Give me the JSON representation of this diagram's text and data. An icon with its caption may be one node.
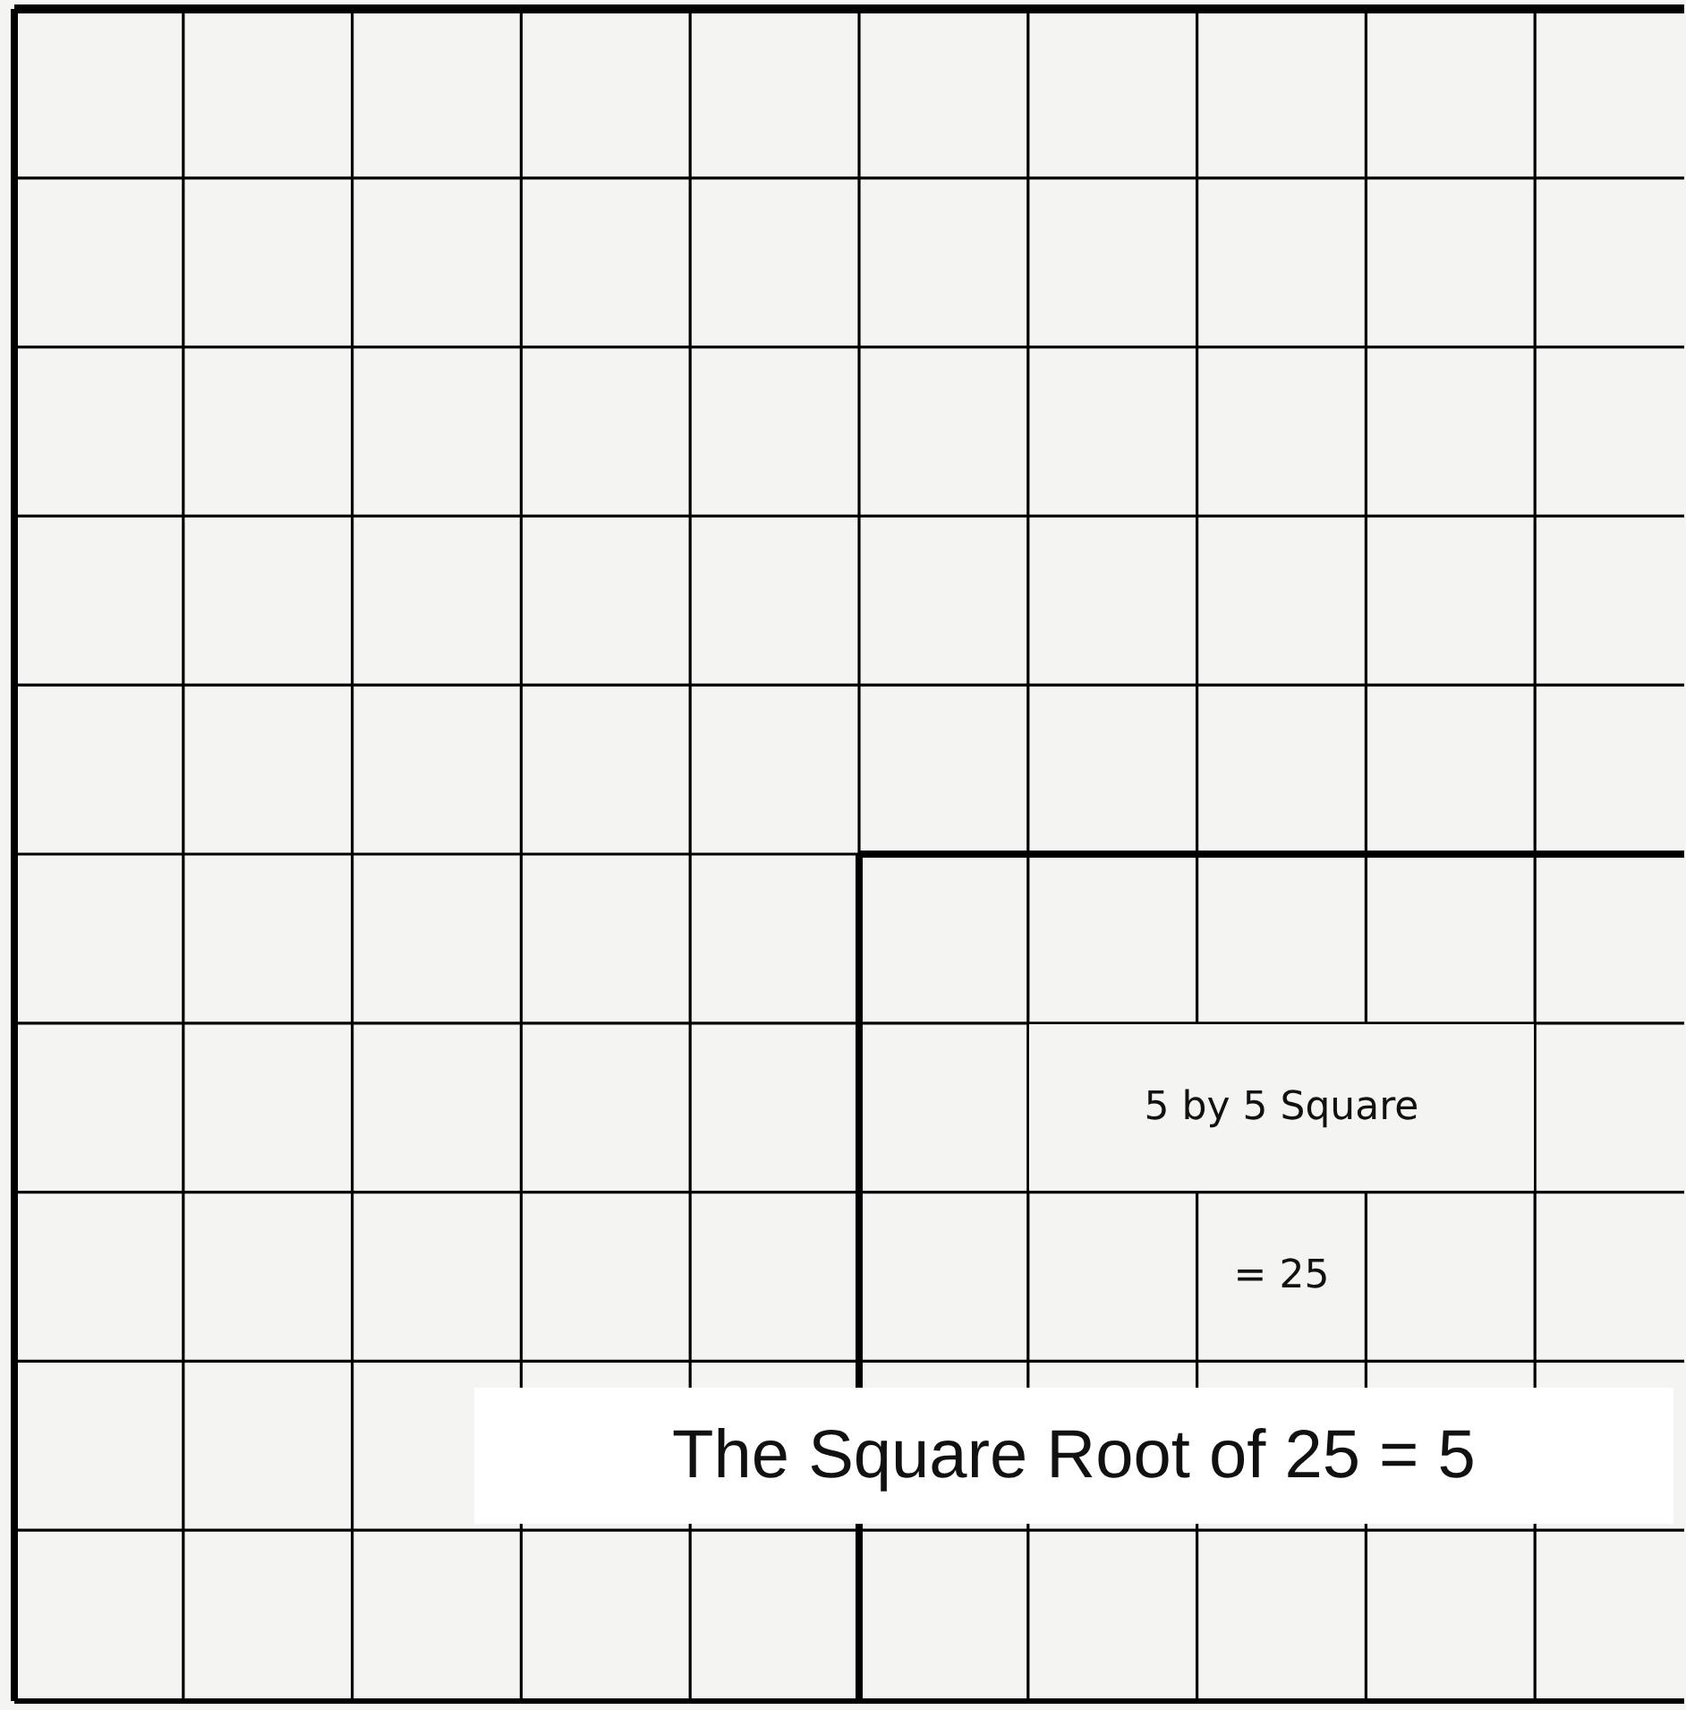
{
  "diagram": {
    "labels": [
      "5 by 5 Square",
      "= 25",
      "The Square Root of 25 = 5"
    ]
  }
}
